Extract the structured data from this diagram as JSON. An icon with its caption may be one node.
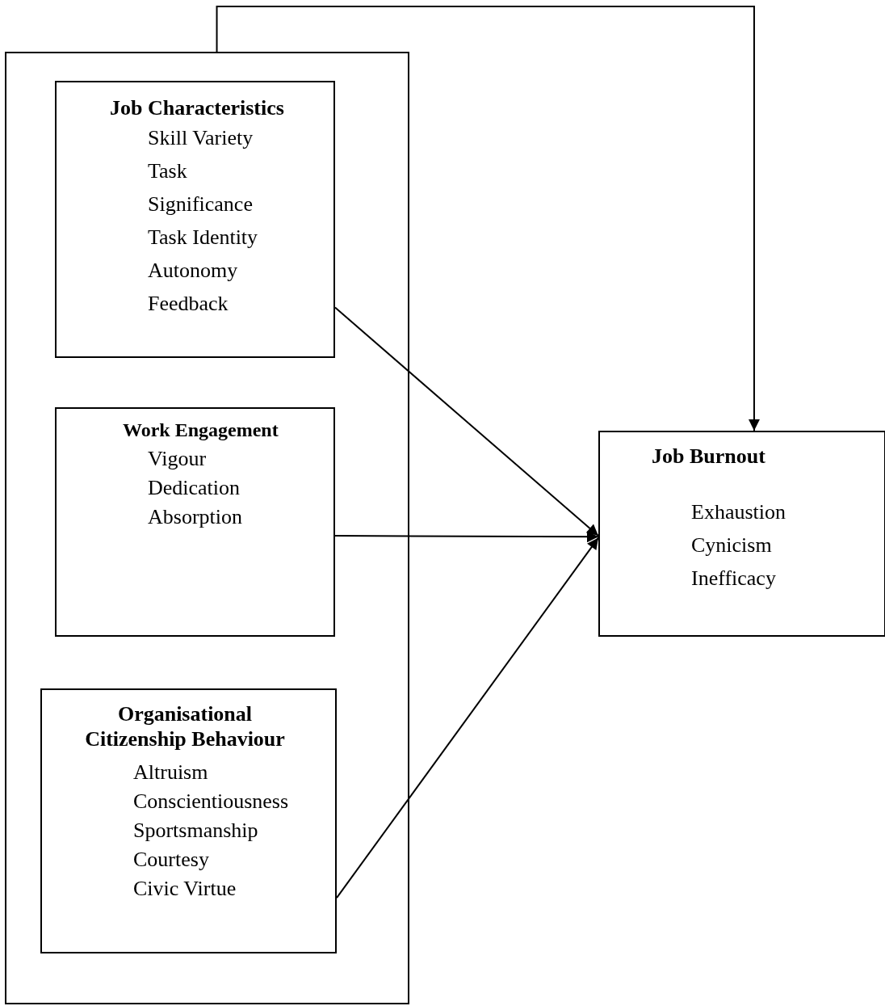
{
  "diagram": {
    "nodes": [
      {
        "text": [],
        "shape": "box"
      },
      {
        "text": [
          "Job Characteristics",
          "Skill Variety",
          "Task Significance",
          "Task Identity",
          "Autonomy",
          "Feedback"
        ],
        "in": 0
      },
      {
        "text": [
          "Work Engagement",
          "Vigour",
          "Dedication",
          "Absorption"
        ],
        "in": 0
      },
      {
        "text": [
          "Organisational Citizenship Behaviour",
          "Altruism",
          "Conscientiousness",
          "Sportsmanship",
          "Courtesy",
          "Civic Virtue"
        ],
        "in": 0
      },
      {
        "text": [
          "Job Burnout",
          "Exhaustion",
          "Cynicism",
          "Inefficacy"
        ]
      }
    ],
    "edges": [
      {
        "from": 0,
        "to": 4,
        "arrow": "to"
      },
      {
        "from": 1,
        "to": 4,
        "arrow": "to"
      },
      {
        "from": 2,
        "to": 4,
        "arrow": "to"
      },
      {
        "from": 3,
        "to": 4,
        "arrow": "to"
      }
    ]
  }
}
